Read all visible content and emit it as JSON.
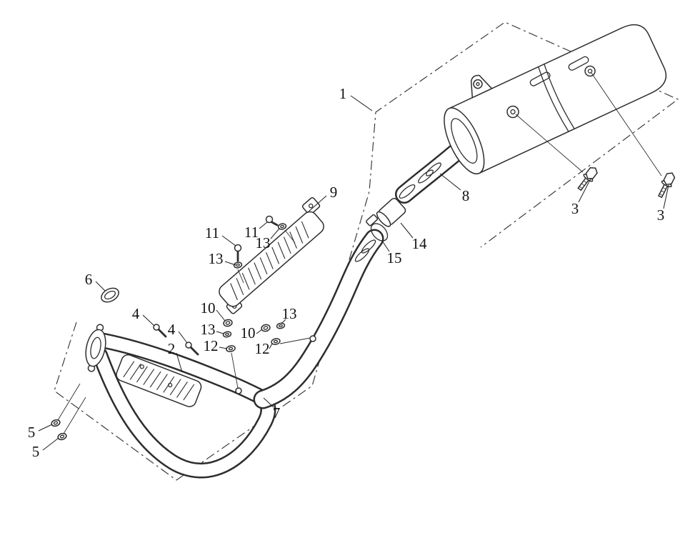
{
  "diagram": {
    "kind": "exploded-parts-diagram",
    "subject": "exhaust-assembly",
    "background_color": "#ffffff",
    "ink_color": "#2d2d2d"
  },
  "callouts": [
    {
      "label": "1"
    },
    {
      "label": "9"
    },
    {
      "label": "11"
    },
    {
      "label": "13"
    },
    {
      "label": "11"
    },
    {
      "label": "13"
    },
    {
      "label": "3"
    },
    {
      "label": "3"
    },
    {
      "label": "8"
    },
    {
      "label": "14"
    },
    {
      "label": "15"
    },
    {
      "label": "6"
    },
    {
      "label": "4"
    },
    {
      "label": "4"
    },
    {
      "label": "2"
    },
    {
      "label": "10"
    },
    {
      "label": "13"
    },
    {
      "label": "12"
    },
    {
      "label": "10"
    },
    {
      "label": "13"
    },
    {
      "label": "12"
    },
    {
      "label": "7"
    },
    {
      "label": "5"
    },
    {
      "label": "5"
    }
  ]
}
